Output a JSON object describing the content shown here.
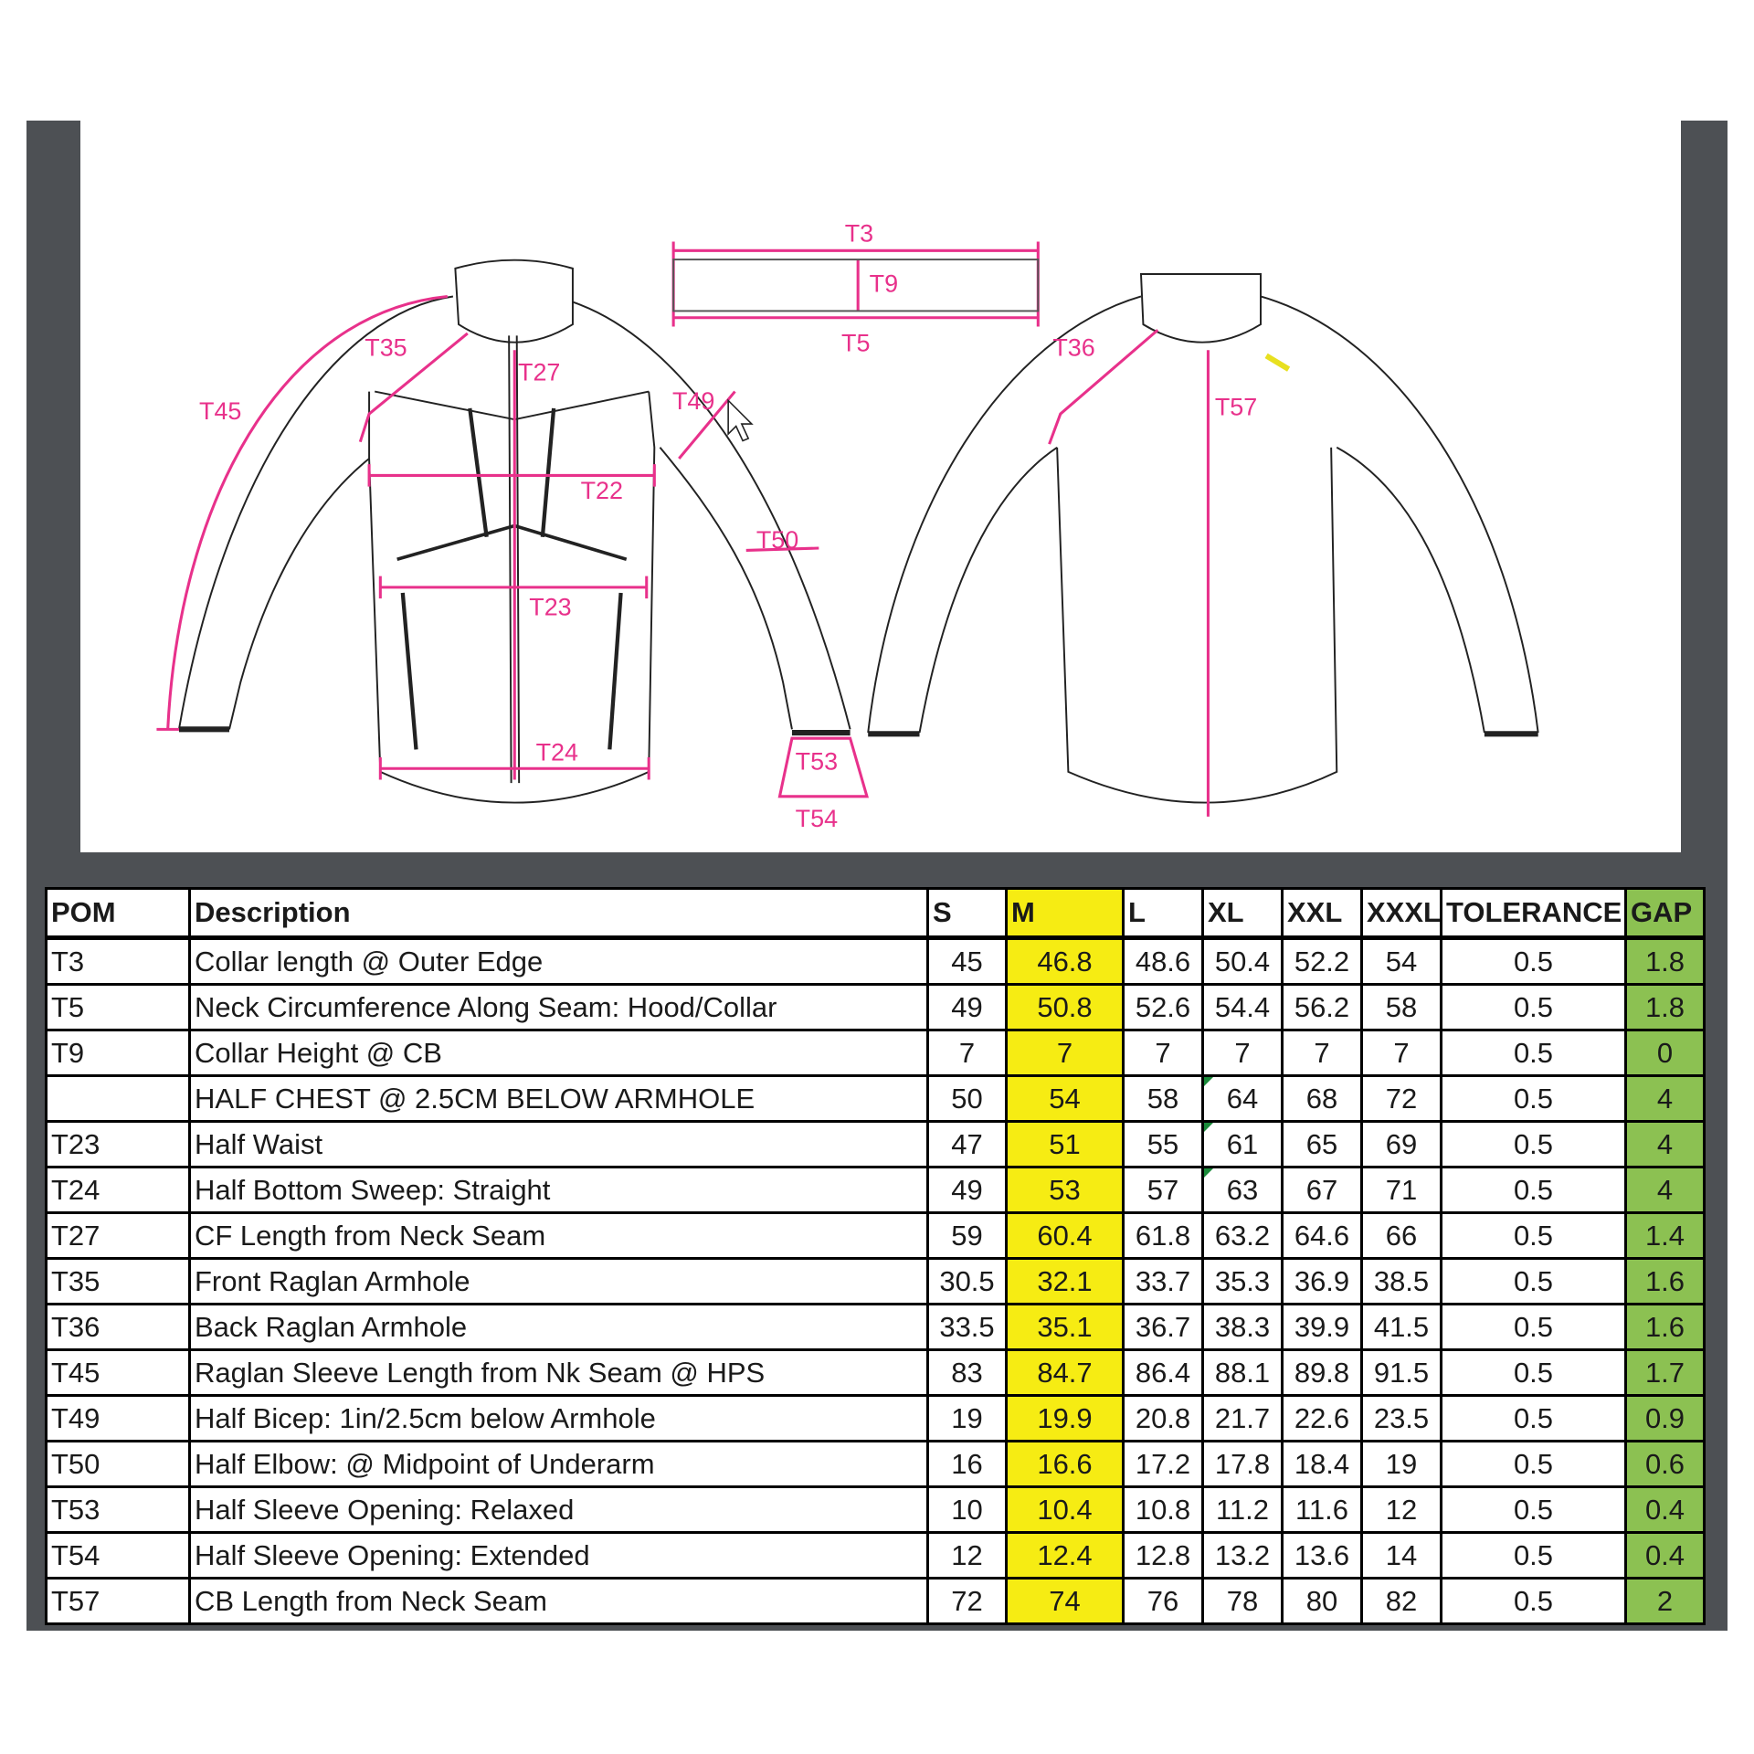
{
  "diagram": {
    "labels": {
      "t3": "T3",
      "t9": "T9",
      "t5": "T5",
      "t45": "T45",
      "t35": "T35",
      "t27": "T27",
      "t49": "T49",
      "t22": "T22",
      "t50": "T50",
      "t23": "T23",
      "t24": "T24",
      "t53": "T53",
      "t54": "T54",
      "t36": "T36",
      "t57": "T57"
    },
    "accent_color": "#e8318b"
  },
  "table": {
    "headers": [
      "POM",
      "Description",
      "S",
      "M",
      "L",
      "XL",
      "XXL",
      "XXXL",
      "TOLERANCE",
      "GAP"
    ],
    "rows": [
      [
        "T3",
        "Collar length @ Outer Edge",
        "45",
        "46.8",
        "48.6",
        "50.4",
        "52.2",
        "54",
        "0.5",
        "1.8"
      ],
      [
        "T5",
        "Neck Circumference Along Seam: Hood/Collar",
        "49",
        "50.8",
        "52.6",
        "54.4",
        "56.2",
        "58",
        "0.5",
        "1.8"
      ],
      [
        "T9",
        "Collar Height @ CB",
        "7",
        "7",
        "7",
        "7",
        "7",
        "7",
        "0.5",
        "0"
      ],
      [
        "",
        "HALF CHEST @ 2.5CM BELOW ARMHOLE",
        "50",
        "54",
        "58",
        "64",
        "68",
        "72",
        "0.5",
        "4"
      ],
      [
        "T23",
        "Half Waist",
        "47",
        "51",
        "55",
        "61",
        "65",
        "69",
        "0.5",
        "4"
      ],
      [
        "T24",
        "Half Bottom Sweep: Straight",
        "49",
        "53",
        "57",
        "63",
        "67",
        "71",
        "0.5",
        "4"
      ],
      [
        "T27",
        "CF Length from Neck Seam",
        "59",
        "60.4",
        "61.8",
        "63.2",
        "64.6",
        "66",
        "0.5",
        "1.4"
      ],
      [
        "T35",
        "Front Raglan Armhole",
        "30.5",
        "32.1",
        "33.7",
        "35.3",
        "36.9",
        "38.5",
        "0.5",
        "1.6"
      ],
      [
        "T36",
        "Back Raglan Armhole",
        "33.5",
        "35.1",
        "36.7",
        "38.3",
        "39.9",
        "41.5",
        "0.5",
        "1.6"
      ],
      [
        "T45",
        "Raglan Sleeve Length from Nk Seam @ HPS",
        "83",
        "84.7",
        "86.4",
        "88.1",
        "89.8",
        "91.5",
        "0.5",
        "1.7"
      ],
      [
        "T49",
        "Half Bicep: 1in/2.5cm below Armhole",
        "19",
        "19.9",
        "20.8",
        "21.7",
        "22.6",
        "23.5",
        "0.5",
        "0.9"
      ],
      [
        "T50",
        "Half Elbow: @ Midpoint of Underarm",
        "16",
        "16.6",
        "17.2",
        "17.8",
        "18.4",
        "19",
        "0.5",
        "0.6"
      ],
      [
        "T53",
        "Half Sleeve Opening: Relaxed",
        "10",
        "10.4",
        "10.8",
        "11.2",
        "11.6",
        "12",
        "0.5",
        "0.4"
      ],
      [
        "T54",
        "Half Sleeve Opening: Extended",
        "12",
        "12.4",
        "12.8",
        "13.2",
        "13.6",
        "14",
        "0.5",
        "0.4"
      ],
      [
        "T57",
        "CB Length from Neck Seam",
        "72",
        "74",
        "76",
        "78",
        "80",
        "82",
        "0.5",
        "2"
      ]
    ],
    "highlight_colors": {
      "M": "#f6ec13",
      "GAP": "#8cc152"
    }
  }
}
